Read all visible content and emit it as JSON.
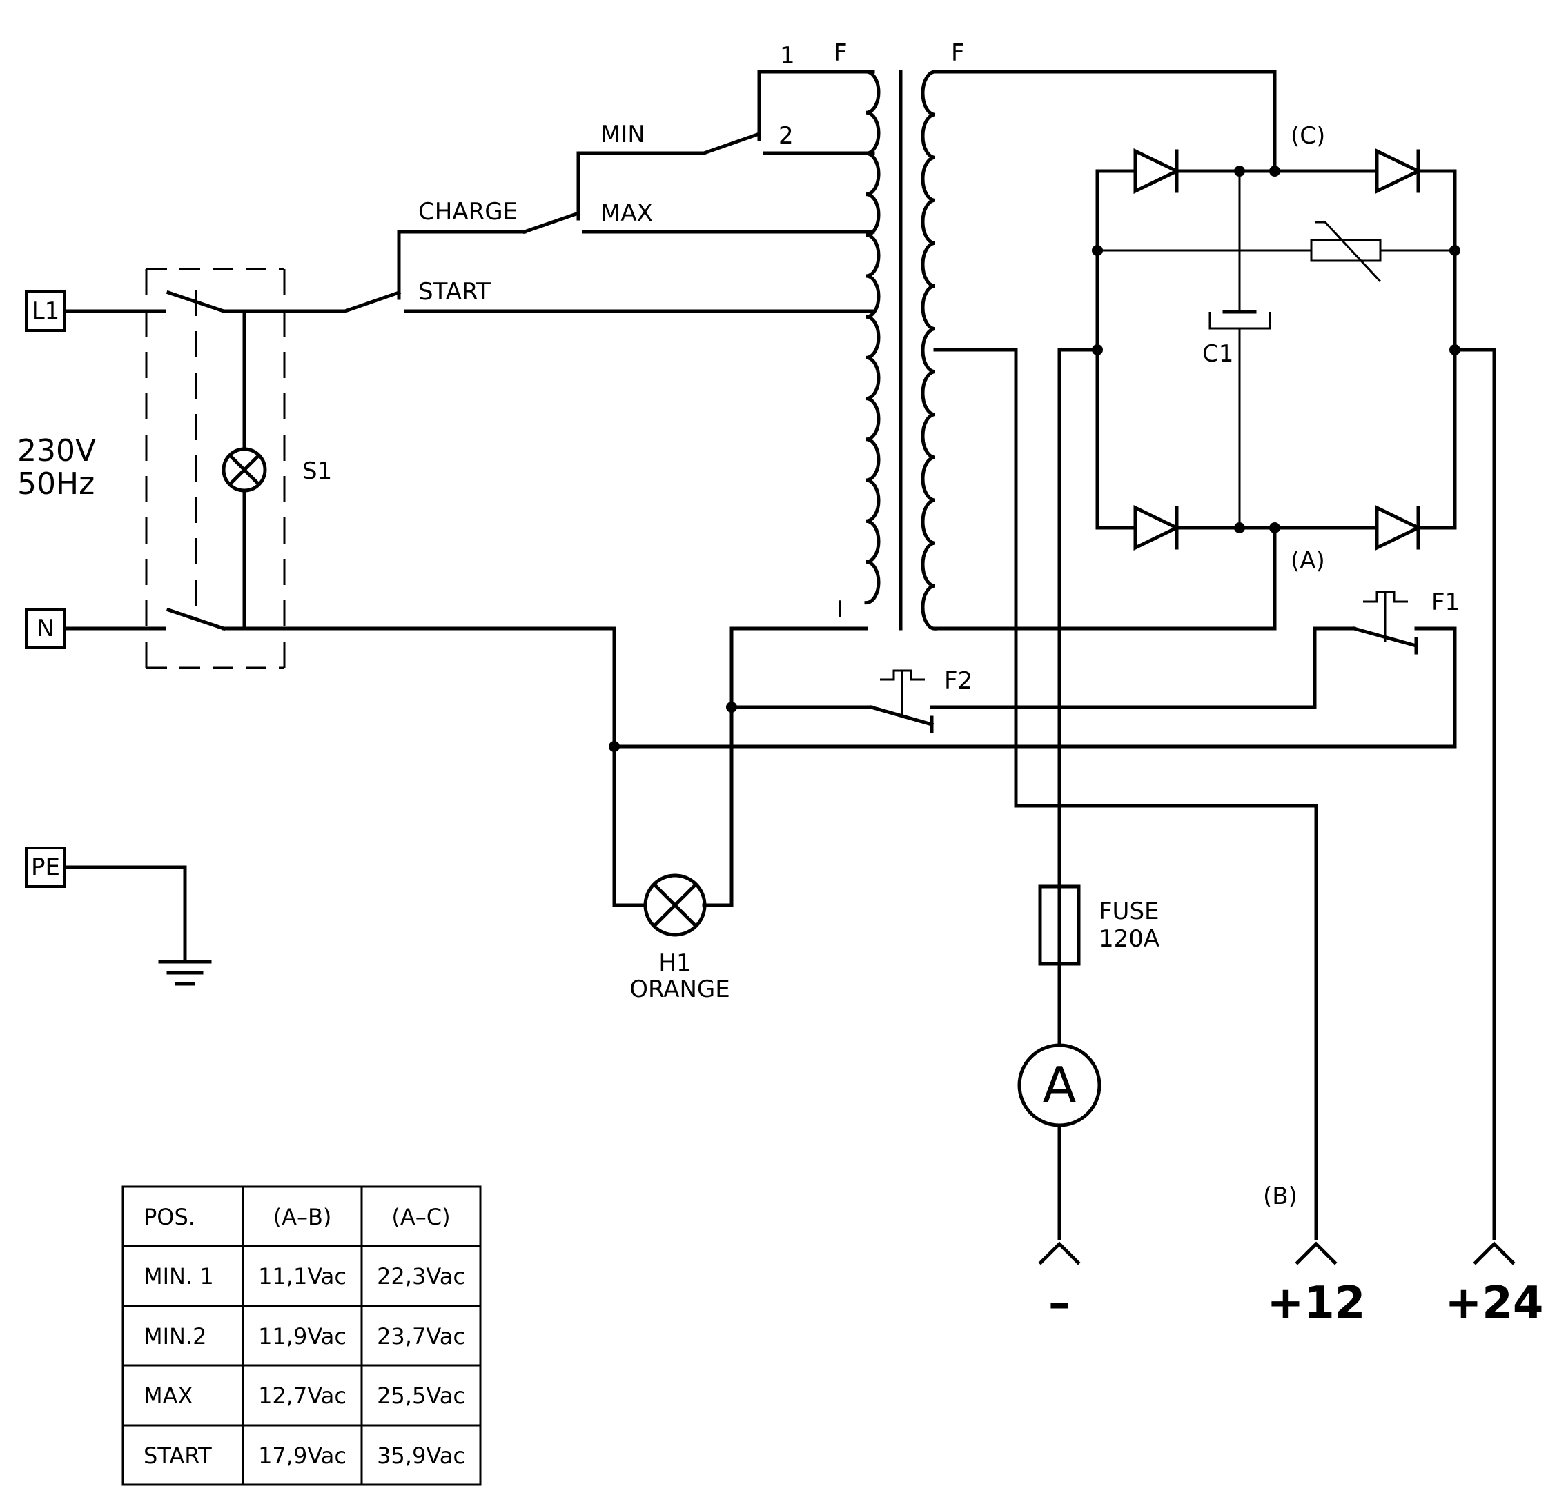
{
  "labels": {
    "tap_1": "1",
    "tap_2": "2",
    "primary_f": "F",
    "secondary_f": "F",
    "primary_i": "I",
    "min": "MIN",
    "max": "MAX",
    "charge": "CHARGE",
    "start": "START",
    "l1": "L1",
    "n": "N",
    "pe": "PE",
    "voltage": "230V",
    "freq": "50Hz",
    "s1": "S1",
    "c": "(C)",
    "a": "(A)",
    "b": "(B)",
    "c1": "C1",
    "f1": "F1",
    "f2": "F2",
    "h1": "H1",
    "h1_color": "ORANGE",
    "fuse": "FUSE",
    "fuse_rating": "120A",
    "ammeter": "A",
    "term_neg": "–",
    "term_12": "+12",
    "term_24": "+24"
  },
  "table": {
    "headers": [
      "POS.",
      "(A–B)",
      "(A–C)"
    ],
    "rows": [
      [
        "MIN. 1",
        "11,1Vac",
        "22,3Vac"
      ],
      [
        "MIN.2",
        "11,9Vac",
        "23,7Vac"
      ],
      [
        "MAX",
        "12,7Vac",
        "25,5Vac"
      ],
      [
        "START",
        "17,9Vac",
        "35,9Vac"
      ]
    ]
  }
}
